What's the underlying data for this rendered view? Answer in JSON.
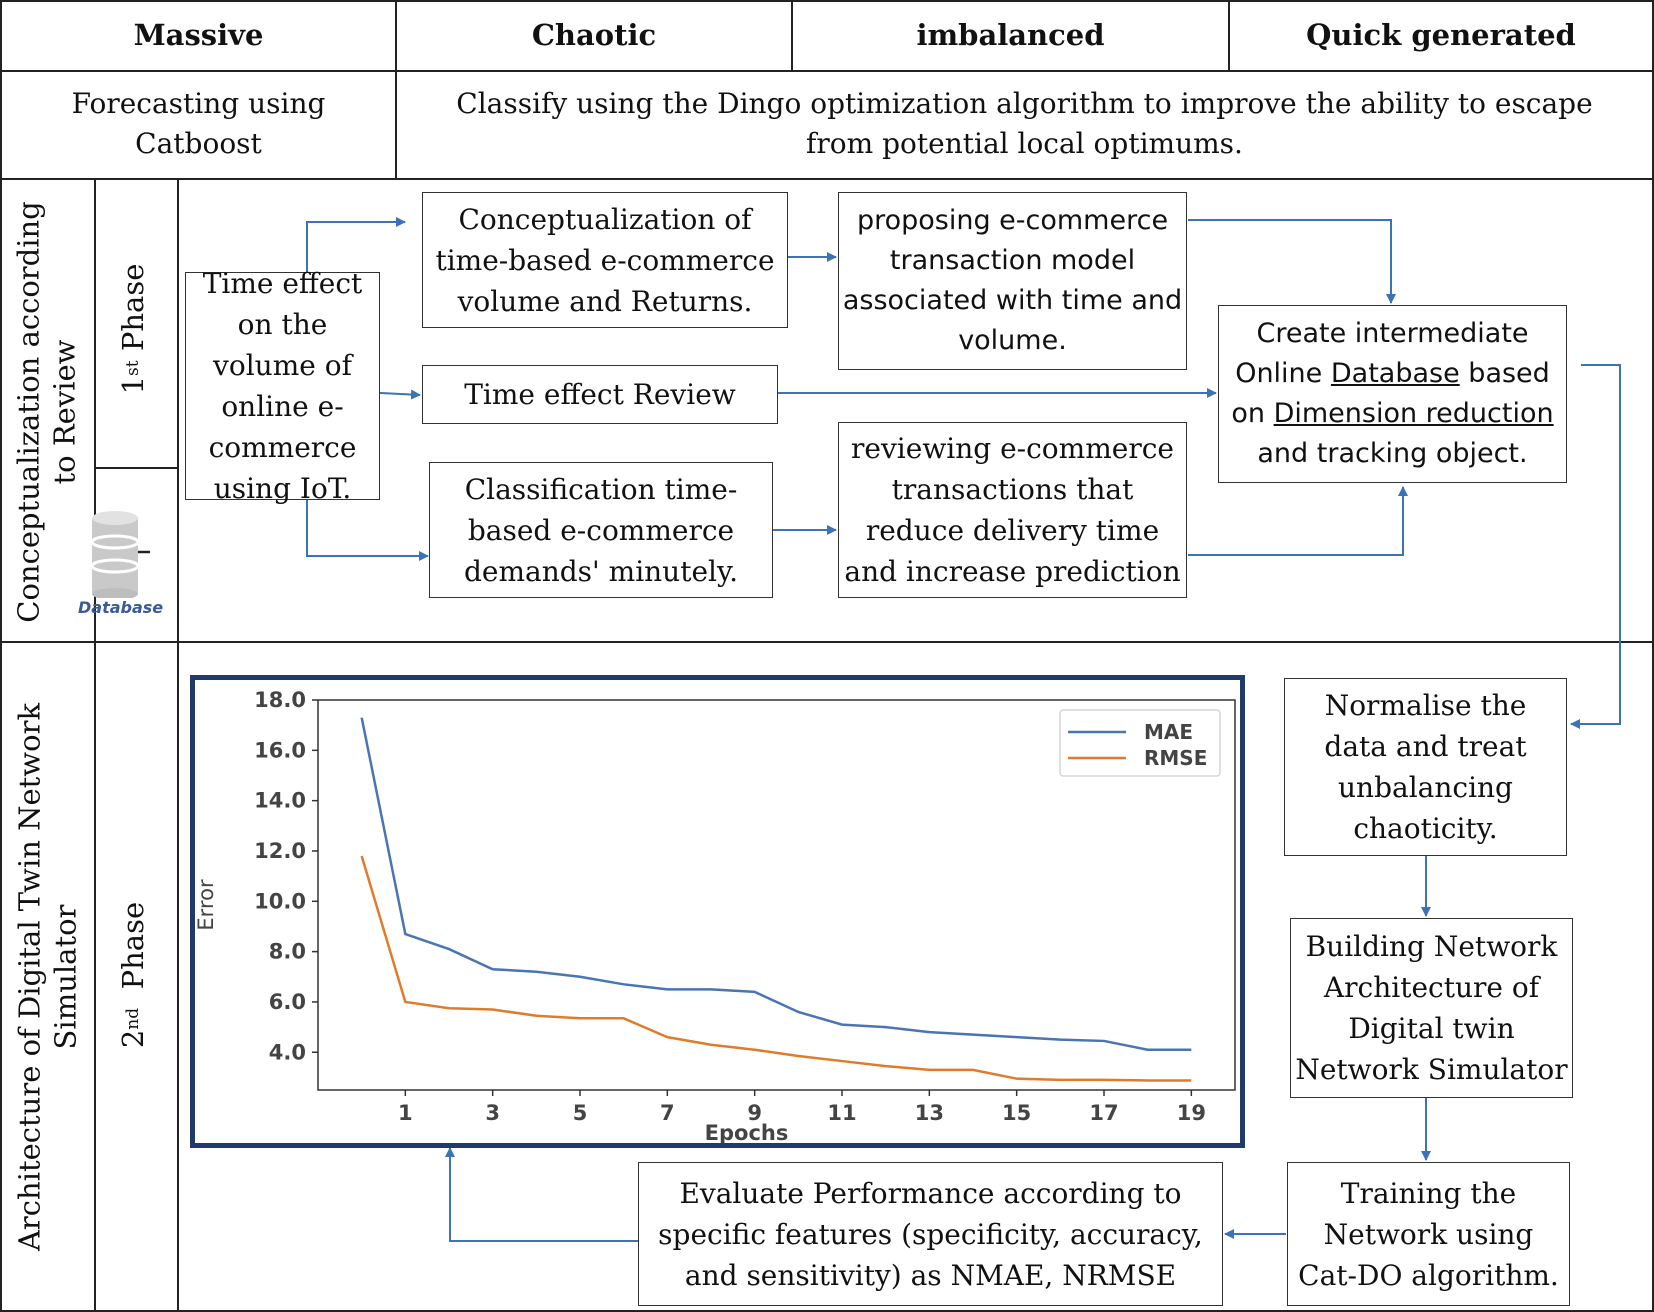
{
  "header": {
    "col1": "Massive",
    "col2": "Chaotic",
    "col3": "imbalanced",
    "col4": "Quick generated"
  },
  "row2": {
    "left": "Forecasting using Catboost",
    "right": "Classify using the Dingo optimization algorithm to improve the ability to escape from potential local optimums."
  },
  "phase1": {
    "section_label_line1": "Conceptualization according",
    "section_label_line2": "to Review",
    "phase_label_sup": "st",
    "phase_label_num": "1",
    "phase_label_word": "Phase",
    "database_label": "Database",
    "boxes": {
      "time_effect_iot": "Time effect on the volume of online e-commerce using IoT.",
      "conceptualization": "Conceptualization of time-based e-commerce volume and Returns.",
      "proposing_model": "proposing e-commerce transaction model associated with time and volume.",
      "time_effect_review": "Time effect Review",
      "classification": "Classification time-based e-commerce demands' minutely.",
      "reviewing": "reviewing e-commerce transactions that reduce delivery time and increase prediction",
      "create_db_1": "Create intermediate",
      "create_db_2a": "Online ",
      "create_db_2b": "Database",
      "create_db_2c": " based",
      "create_db_3a": "on ",
      "create_db_3b": "Dimension reduction",
      "create_db_4": "and tracking object."
    }
  },
  "phase2": {
    "section_label_line1": "Architecture of Digital Twin Network",
    "section_label_line2": "Simulator",
    "phase_label_num": "2",
    "phase_label_sup": "nd",
    "phase_label_word": "Phase",
    "boxes": {
      "normalise": "Normalise the data and treat unbalancing chaoticity.",
      "building": "Building Network Architecture of Digital twin Network Simulator",
      "training": "Training the Network using Cat-DO algorithm.",
      "evaluate": "Evaluate Performance according to specific features (specificity, accuracy, and sensitivity) as NMAE, NRMSE"
    }
  },
  "colors": {
    "arrow": "#3b72b8",
    "mae": "#4a74b4",
    "rmse": "#e07b2a",
    "frame": "#1f3a6b"
  },
  "chart_data": {
    "type": "line",
    "xlabel": "Epochs",
    "ylabel": "Error",
    "x_ticks": [
      "1",
      "3",
      "5",
      "7",
      "9",
      "11",
      "13",
      "15",
      "17",
      "19"
    ],
    "y_ticks": [
      "4.0",
      "6.0",
      "8.0",
      "10.0",
      "12.0",
      "14.0",
      "16.0",
      "18.0"
    ],
    "xlim": [
      -1,
      20
    ],
    "ylim": [
      2.5,
      18.0
    ],
    "x": [
      0,
      1,
      2,
      3,
      4,
      5,
      6,
      7,
      8,
      9,
      10,
      11,
      12,
      13,
      14,
      15,
      16,
      17,
      18,
      19
    ],
    "series": [
      {
        "name": "MAE",
        "values": [
          17.3,
          8.7,
          8.1,
          7.3,
          7.2,
          7.0,
          6.7,
          6.5,
          6.5,
          6.4,
          5.6,
          5.1,
          5.0,
          4.8,
          4.7,
          4.6,
          4.5,
          4.45,
          4.1,
          4.1
        ]
      },
      {
        "name": "RMSE",
        "values": [
          11.8,
          6.0,
          5.75,
          5.7,
          5.45,
          5.35,
          5.35,
          4.6,
          4.3,
          4.1,
          3.85,
          3.65,
          3.45,
          3.3,
          3.3,
          2.95,
          2.9,
          2.9,
          2.88,
          2.88
        ]
      }
    ],
    "legend": "top-right"
  }
}
